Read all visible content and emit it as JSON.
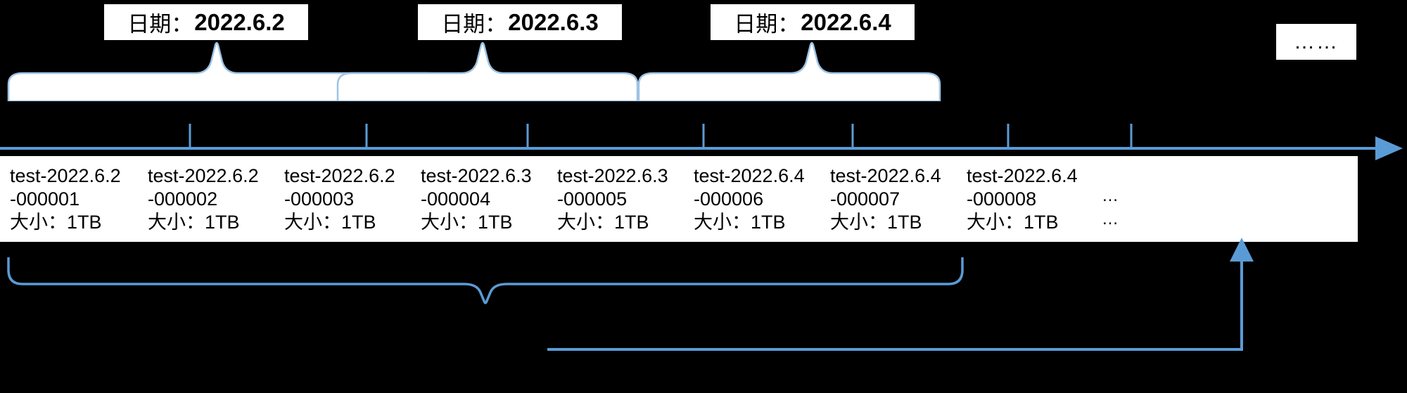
{
  "diagram": {
    "title": "Snapshot timeline by date",
    "accent_color": "#5B9BD5",
    "box_border_color": "#000000",
    "background_color": "#000000",
    "cell_background": "#ffffff"
  },
  "date_labels": [
    {
      "prefix": "日期：",
      "value": "2022.6.2"
    },
    {
      "prefix": "日期：",
      "value": "2022.6.3"
    },
    {
      "prefix": "日期：",
      "value": "2022.6.4"
    }
  ],
  "ellipsis_box": {
    "text": "……"
  },
  "snapshots": [
    {
      "name": "test-2022.6.2",
      "id": "-000001",
      "size": "大小：1TB"
    },
    {
      "name": "test-2022.6.2",
      "id": "-000002",
      "size": "大小：1TB"
    },
    {
      "name": "test-2022.6.2",
      "id": "-000003",
      "size": "大小：1TB"
    },
    {
      "name": "test-2022.6.3",
      "id": "-000004",
      "size": "大小：1TB"
    },
    {
      "name": "test-2022.6.3",
      "id": "-000005",
      "size": "大小：1TB"
    },
    {
      "name": "test-2022.6.4",
      "id": "-000006",
      "size": "大小：1TB"
    },
    {
      "name": "test-2022.6.4",
      "id": "-000007",
      "size": "大小：1TB"
    },
    {
      "name": "test-2022.6.4",
      "id": "-000008",
      "size": "大小：1TB"
    }
  ],
  "overflow_cell": {
    "line1": "…",
    "line2": "…"
  }
}
